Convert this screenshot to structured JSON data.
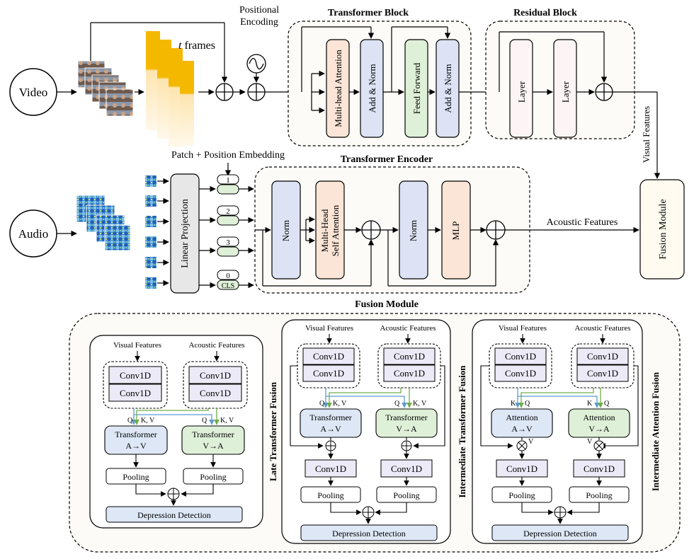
{
  "top": {
    "video_label": "Video",
    "frames_label_italic": "t",
    "frames_label_rest": " frames",
    "positional_encoding_line1": "Positional",
    "positional_encoding_line2": "Encoding",
    "transformer_block_title": "Transformer Block",
    "residual_block_title": "Residual Block",
    "multi_head_attention": "Multi-head Attention",
    "add_norm_1": "Add & Norm",
    "feed_forward": "Feed Forward",
    "add_norm_2": "Add & Norm",
    "layer_1": "Layer",
    "layer_2": "Layer",
    "visual_features": "Visual Features"
  },
  "middle": {
    "patch_position_embedding": "Patch + Position Embedding",
    "transformer_encoder_title": "Transformer Encoder",
    "audio_label": "Audio",
    "linear_projection": "Linear Projection",
    "token_1": "1",
    "token_2": "2",
    "token_3": "3",
    "token_0": "0",
    "token_cls": "CLS",
    "norm_1": "Norm",
    "self_attention_line1": "Multi-Head",
    "self_attention_line2": "Self Attention",
    "norm_2": "Norm",
    "mlp": "MLP",
    "acoustic_features": "Acoustic Features",
    "fusion_module_box": "Fusion Module"
  },
  "bottom": {
    "fusion_module_title": "Fusion Module",
    "late": {
      "side_label": "Late Transformer Fusion",
      "visual_features": "Visual Features",
      "acoustic_features": "Acoustic Features",
      "conv_a1": "Conv1D",
      "conv_a2": "Conv1D",
      "conv_b1": "Conv1D",
      "conv_b2": "Conv1D",
      "q_left": "Q",
      "kv_left": "K, V",
      "q_right": "Q",
      "kv_right": "K, V",
      "transformer_av_1": "Transformer",
      "transformer_av_2": "A→V",
      "transformer_va_1": "Transformer",
      "transformer_va_2": "V→A",
      "pooling_1": "Pooling",
      "pooling_2": "Pooling",
      "depression_detection": "Depression Detection"
    },
    "intermediate_transformer": {
      "side_label": "Intermediate Transformer Fusion",
      "visual_features": "Visual Features",
      "acoustic_features": "Acoustic Features",
      "conv_a1": "Conv1D",
      "conv_a2": "Conv1D",
      "conv_b1": "Conv1D",
      "conv_b2": "Conv1D",
      "q_left": "Q",
      "kv_left": "K, V",
      "q_right": "Q",
      "kv_right": "K, V",
      "transformer_av_1": "Transformer",
      "transformer_av_2": "A→V",
      "transformer_va_1": "Transformer",
      "transformer_va_2": "V→A",
      "conv_post_1": "Conv1D",
      "conv_post_2": "Conv1D",
      "pooling_1": "Pooling",
      "pooling_2": "Pooling",
      "depression_detection": "Depression Detection"
    },
    "intermediate_attention": {
      "side_label": "Intermediate Attention Fusion",
      "visual_features": "Visual Features",
      "acoustic_features": "Acoustic Features",
      "conv_a1": "Conv1D",
      "conv_a2": "Conv1D",
      "conv_b1": "Conv1D",
      "conv_b2": "Conv1D",
      "k_left": "K",
      "q_left": "Q",
      "k_right": "K",
      "q_right": "Q",
      "attention_av_1": "Attention",
      "attention_av_2": "A→V",
      "attention_va_1": "Attention",
      "attention_va_2": "V→A",
      "v_left": "V",
      "v_right": "V",
      "conv_post_1": "Conv1D",
      "conv_post_2": "Conv1D",
      "pooling_1": "Pooling",
      "pooling_2": "Pooling",
      "depression_detection": "Depression Detection"
    }
  },
  "colors": {
    "blue_box": "#dde3f4",
    "green_box": "#dff0d8",
    "peach_box": "#fbe5d6",
    "pink_box": "#fdf5f5",
    "gray_box": "#e7e7e7",
    "panel_fill": "#fcfbf7",
    "cream_box": "#fffbf0",
    "frame_yellow": "#f5b800",
    "q_blue_line": "#5b9bd5",
    "kv_green_line": "#70ad47"
  }
}
